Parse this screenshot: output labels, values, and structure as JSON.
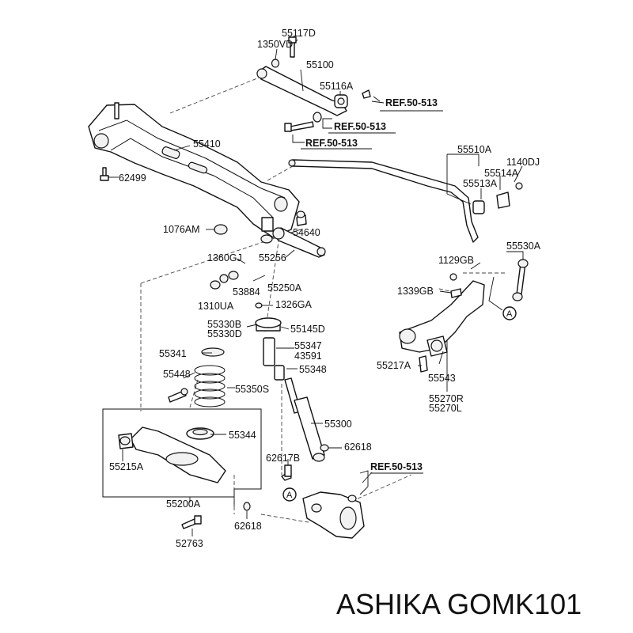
{
  "parts": {
    "p55117D": "55117D",
    "p1350VD": "1350VD",
    "p55100": "55100",
    "p55116A": "55116A",
    "p55410": "55410",
    "p62499": "62499",
    "p1076AM": "1076AM",
    "p54640": "54640",
    "p1360GJ": "1360GJ",
    "p55256": "55256",
    "p53884": "53884",
    "p55250A": "55250A",
    "p1310UA": "1310UA",
    "p1326GA": "1326GA",
    "p55330B": "55330B",
    "p55330D": "55330D",
    "p55145D": "55145D",
    "p55341": "55341",
    "p55347": "55347",
    "p43591": "43591",
    "p55448": "55448",
    "p55348": "55348",
    "p55350S": "55350S",
    "p55300": "55300",
    "p55344": "55344",
    "p62618a": "62618",
    "p55215A": "55215A",
    "p62617B": "62617B",
    "p55200A": "55200A",
    "p62618b": "62618",
    "p52763": "52763",
    "p55510A": "55510A",
    "p1140DJ": "1140DJ",
    "p55514A": "55514A",
    "p55513A": "55513A",
    "p55530A": "55530A",
    "p1129GB": "1129GB",
    "p1339GB": "1339GB",
    "p55217A": "55217A",
    "p55543": "55543",
    "p55270R": "55270R",
    "p55270L": "55270L"
  },
  "refs": {
    "ref1": "REF.50-513",
    "ref2": "REF.50-513",
    "ref3": "REF.50-513",
    "ref4": "REF.50-513"
  },
  "markers": {
    "a1": "A",
    "a2": "A"
  },
  "caption": "ASHIKA GOMK101"
}
